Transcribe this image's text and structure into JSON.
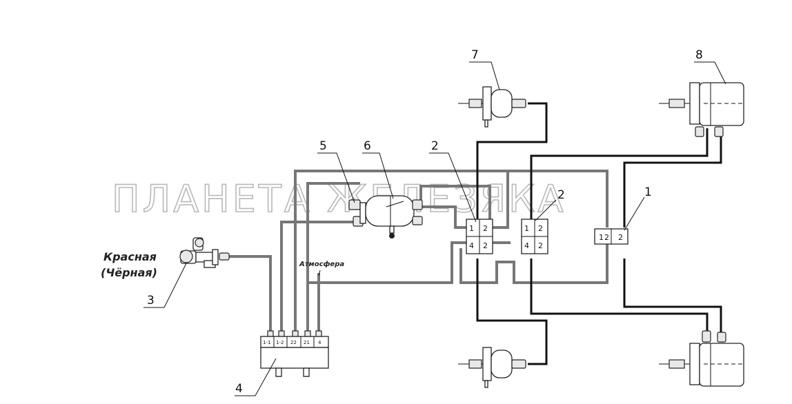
{
  "watermark": "ПЛАНЕТА ЖЕЛЕЗЯКА",
  "labels": {
    "coupling_color": "Красная",
    "coupling_color_alt": "(Чёрная)",
    "atmosphere": "Атмосфера"
  },
  "callouts": {
    "n1": "1",
    "n2a": "2",
    "n2b": "2",
    "n3": "3",
    "n4": "4",
    "n5": "5",
    "n6": "6",
    "n7": "7",
    "n8": "8"
  },
  "valve_ports": {
    "p1": "1",
    "p2": "2",
    "p4": "4"
  },
  "module_ports": [
    "1-1",
    "1-2",
    "22",
    "21",
    "4"
  ]
}
